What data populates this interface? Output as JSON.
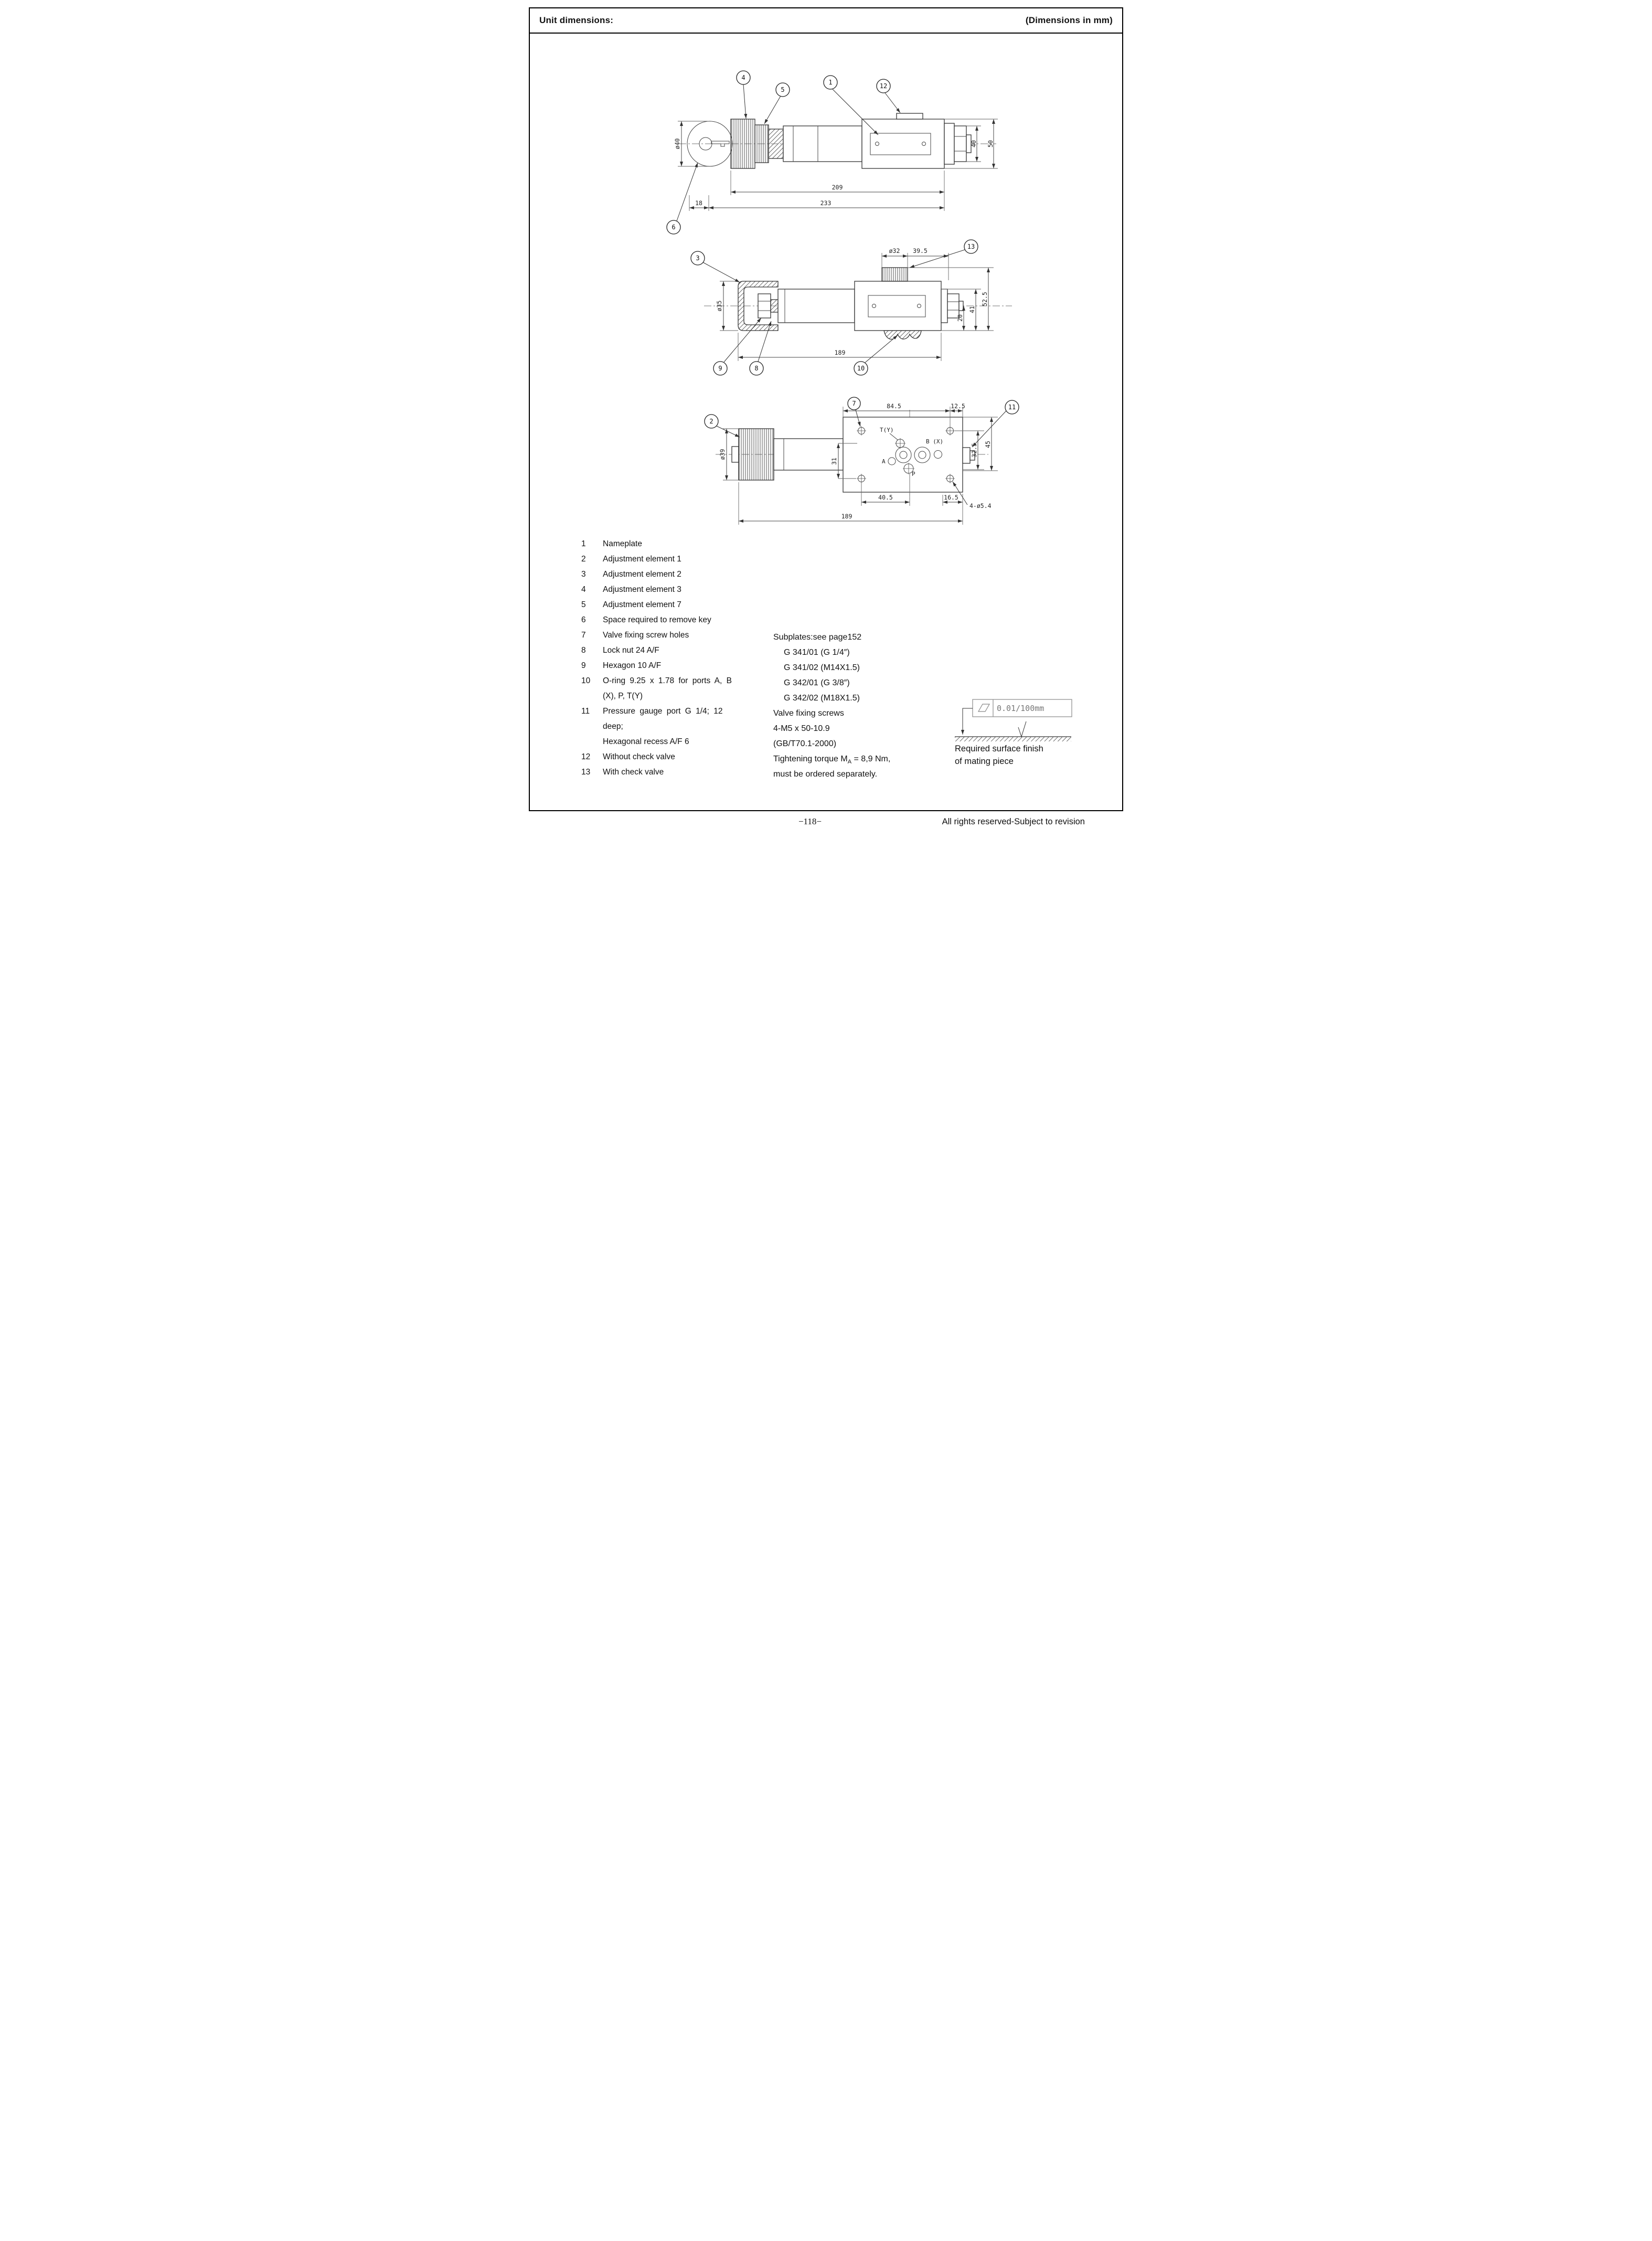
{
  "header": {
    "title": "Unit dimensions:",
    "units_note": "(Dimensions in mm)"
  },
  "footer": {
    "page_number": "−118−",
    "rights": "All rights reserved-Subject to revision"
  },
  "drawing1": {
    "callout_4": "4",
    "callout_5": "5",
    "callout_1": "1",
    "callout_12": "12",
    "callout_6": "6",
    "dim_dia40": "ø40",
    "dim_209": "209",
    "dim_233": "233",
    "dim_18": "18",
    "dim_40": "40",
    "dim_50": "50"
  },
  "drawing2": {
    "callout_3": "3",
    "callout_13": "13",
    "callout_9": "9",
    "callout_8": "8",
    "callout_10": "10",
    "dim_dia35": "ø35",
    "dim_dia32": "ø32",
    "dim_39_5": "39.5",
    "dim_52_5": "52.5",
    "dim_41": "41",
    "dim_20": "20",
    "dim_189": "189"
  },
  "drawing3": {
    "callout_2": "2",
    "callout_7": "7",
    "callout_11": "11",
    "dim_dia39": "ø39",
    "dim_84_5": "84.5",
    "dim_12_5": "12.5",
    "dim_31": "31",
    "dim_32_5": "32.5",
    "dim_45": "45",
    "dim_40_5": "40.5",
    "dim_16_5": "16.5",
    "dim_189": "189",
    "dim_holes": "4-ø5.4",
    "port_t": "T(Y)",
    "port_b": "B (X)",
    "port_a": "A",
    "port_p": "P"
  },
  "legend": {
    "rows": [
      {
        "num": "1",
        "text": "Nameplate"
      },
      {
        "num": "2",
        "text": "Adjustment element 1"
      },
      {
        "num": "3",
        "text": "Adjustment element 2"
      },
      {
        "num": "4",
        "text": "Adjustment element 3"
      },
      {
        "num": "5",
        "text": "Adjustment element 7"
      },
      {
        "num": "6",
        "text": "Space required to remove key"
      },
      {
        "num": "7",
        "text": "Valve fixing screw holes"
      },
      {
        "num": "8",
        "text": "Lock nut 24 A/F"
      },
      {
        "num": "9",
        "text": "Hexagon 10 A/F"
      },
      {
        "num": "10",
        "text": "O-ring 9.25 x 1.78 for ports A, B"
      },
      {
        "num": "",
        "text": "(X), P, T(Y)"
      },
      {
        "num": "11",
        "text": "Pressure gauge port G 1/4; 12"
      },
      {
        "num": "",
        "text": "deep;"
      },
      {
        "num": "",
        "text": "Hexagonal recess A/F 6"
      },
      {
        "num": "12",
        "text": "Without check valve"
      },
      {
        "num": "13",
        "text": "With check valve"
      }
    ]
  },
  "notes": {
    "subplates_title": "Subplates:see page152",
    "subplate_1": "G 341/01 (G 1/4″)",
    "subplate_2": "G 341/02 (M14X1.5)",
    "subplate_3": "G 342/01 (G 3/8″)",
    "subplate_4": "G 342/02 (M18X1.5)",
    "fixing_title": "Valve fixing screws",
    "fixing_spec": "4-M5 x 50-10.9",
    "fixing_standard": "(GB/T70.1-2000)",
    "torque_prefix": "Tightening torque M",
    "torque_subscript": "A",
    "torque_suffix": " = 8,9 Nm,",
    "torque_line2": "must be ordered separately.",
    "surface_caption_1": "Required surface finish",
    "surface_caption_2": "of mating piece"
  },
  "surface_finish": {
    "tolerance": "0.01/100mm"
  }
}
